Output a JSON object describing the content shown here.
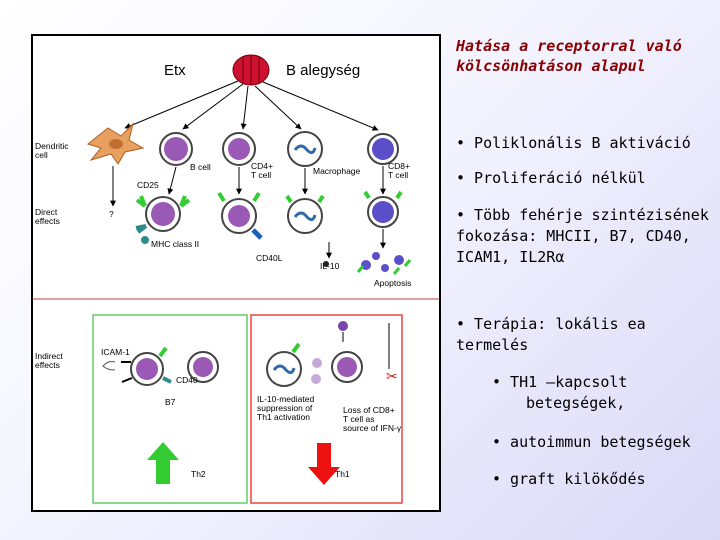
{
  "diagram": {
    "etx_label": "Etx",
    "b_subunit_label": "B alegység",
    "dendritic_cell": "Dendritic\ncell",
    "cd25": "CD25",
    "direct_effects": "Direct\neffects",
    "question_mark": "?",
    "b_cell": "B cell",
    "cd4_t_cell": "CD4+\nT cell",
    "macrophage": "Macrophage",
    "cd8_t_cell": "CD8+\nT cell",
    "mhc_class_ii": "MHC class II",
    "cd40l": "CD40L",
    "il10": "IL-10",
    "apoptosis": "Apoptosis",
    "indirect_effects": "Indirect\neffects",
    "icam1": "ICAM-1",
    "cd40": "CD40",
    "b7": "B7",
    "il10_mediated": "IL-10-mediated\nsuppression of\nTh1 activation",
    "loss_cd8": "Loss of CD8+\nT cell as\nsource of IFN-γ",
    "th2": "Th2",
    "th1": "Th1"
  },
  "text": {
    "heading": "Hatása a receptorral való kölcsönhatáson alapul",
    "bullet1": "• Poliklonális B aktiváció",
    "bullet2": "• Proliferáció nélkül",
    "bullet3": "• Több fehérje szintézisének fokozása: MHCII, B7, CD40, ICAM1, IL2Rα",
    "bullet4": "• Terápia: lokális ea termelés",
    "sub1a": "• TH1 –kapcsolt",
    "sub1b": "betegségek,",
    "sub2": "• autoimmun betegségek",
    "sub3": "• graft kilökődés"
  },
  "colors": {
    "heading": "#8b0000",
    "b_cell_nucleus": "#9b59b6",
    "th2_arrow": "#33cc33",
    "th1_arrow": "#ee1111",
    "toxin": "#cc1133",
    "receptor_green": "#33cc33",
    "receptor_teal": "#2e8b8b",
    "receptor_blue": "#1f5fbf",
    "box_green": "#66cc66",
    "box_red": "#ee4444"
  }
}
